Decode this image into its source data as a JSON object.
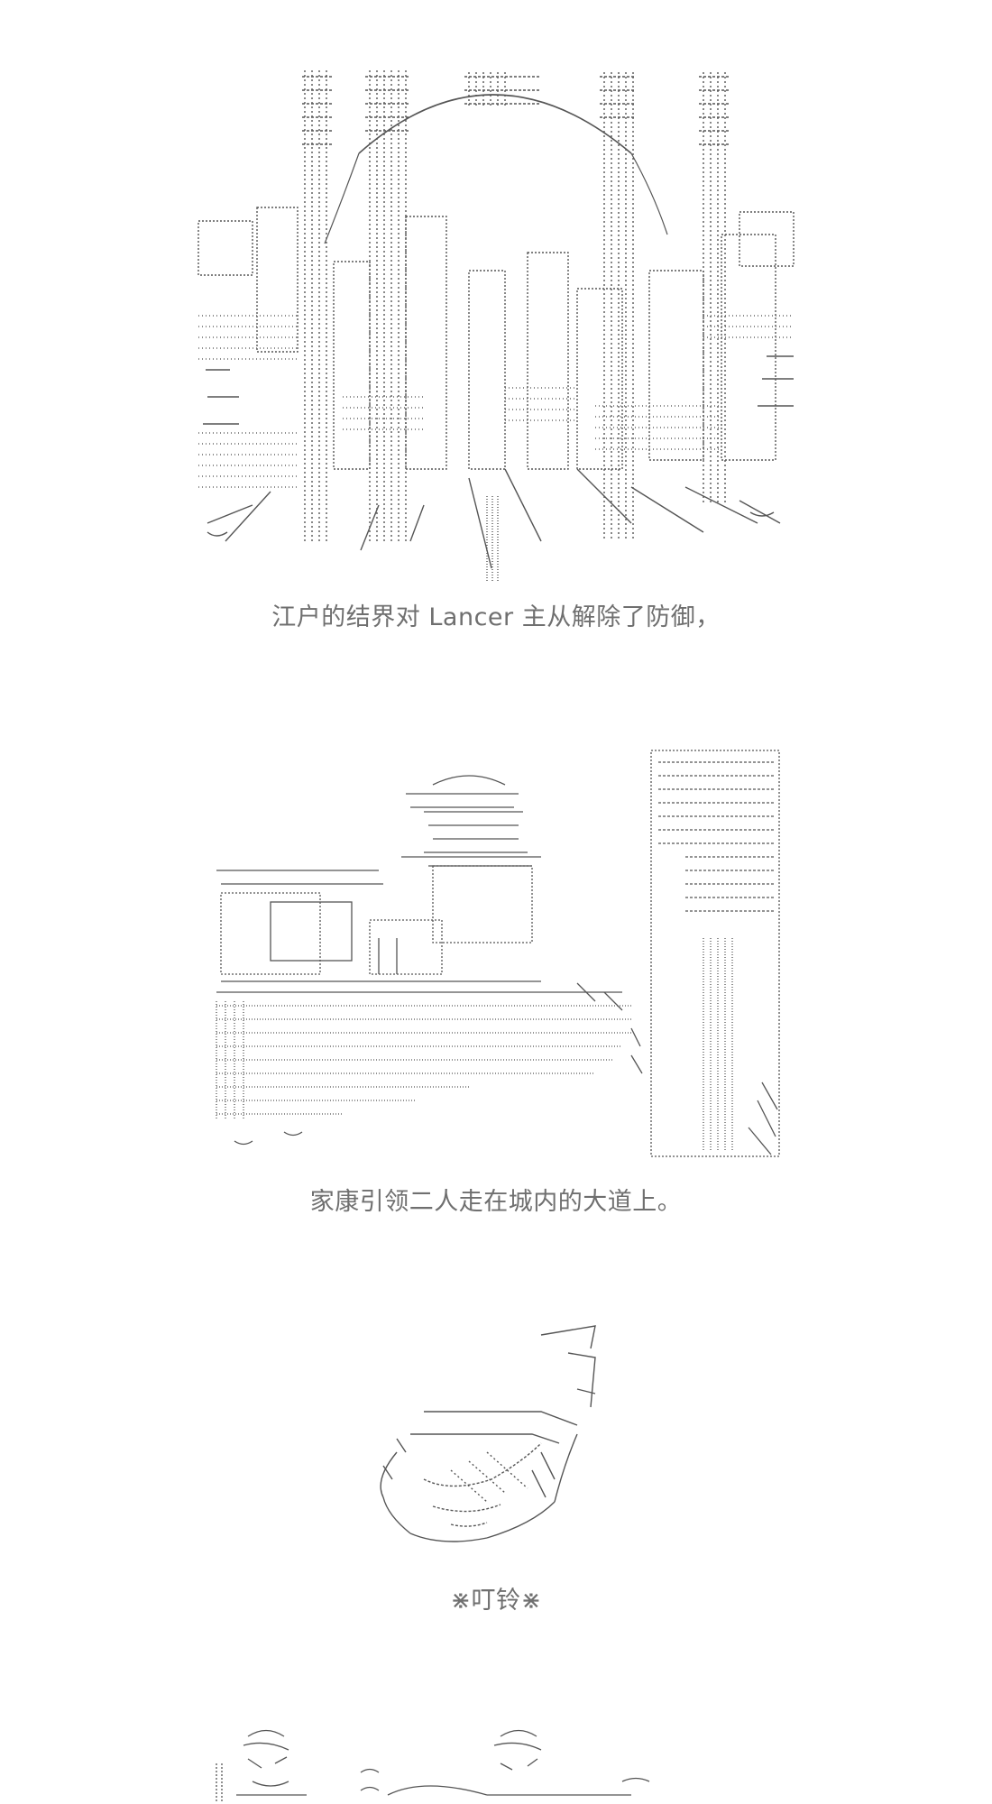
{
  "captions": {
    "line_1": "江户的结界对 Lancer 主从解除了防御，",
    "line_2": "家康引领二人走在城内的大道上。",
    "line_3": "⋇叮铃⋇"
  },
  "illustrations": {
    "scene_1": "ascii-art-edo-castle-barrier",
    "scene_2": "ascii-art-castle-town-street",
    "scene_3": "ascii-art-bell",
    "scene_4": "ascii-art-figures-partial"
  },
  "colors": {
    "art_ink": "#4a4a4a",
    "caption_text": "#6f6f6f",
    "background": "#ffffff"
  }
}
